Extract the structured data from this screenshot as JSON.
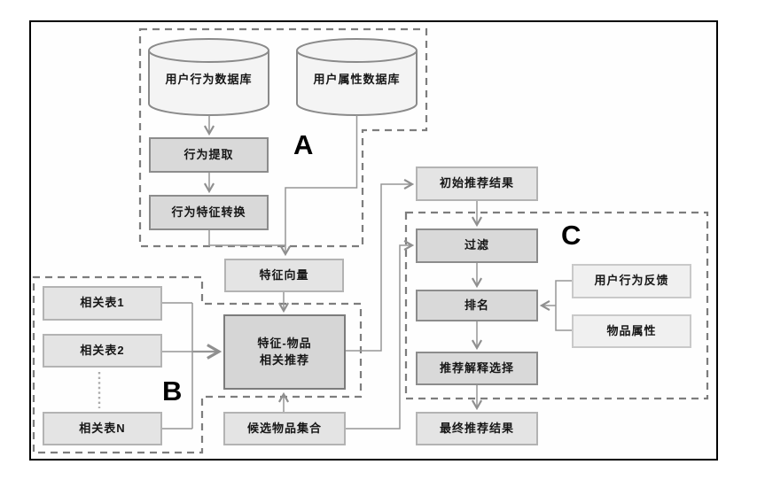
{
  "figure": {
    "type": "flowchart",
    "groups": [
      {
        "id": "A",
        "label": "A"
      },
      {
        "id": "B",
        "label": "B"
      },
      {
        "id": "C",
        "label": "C"
      }
    ],
    "nodes": {
      "user_behavior_db": "用户行为数据库",
      "user_attribute_db": "用户属性数据库",
      "behavior_extraction": "行为提取",
      "behavior_feature_conversion": "行为特征转换",
      "feature_vector": "特征向量",
      "related_table_1": "相关表1",
      "related_table_2": "相关表2",
      "related_table_ellipsis": "⋮",
      "related_table_n": "相关表N",
      "feature_item_recommendation_line1": "特征-物品",
      "feature_item_recommendation_line2": "相关推荐",
      "candidate_item_set": "候选物品集合",
      "initial_recommendation_result": "初始推荐结果",
      "filter": "过滤",
      "ranking": "排名",
      "recommendation_explanation_selection": "推荐解释选择",
      "final_recommendation_result": "最终推荐结果",
      "user_behavior_feedback": "用户行为反馈",
      "item_attribute": "物品属性"
    },
    "edges": [
      "用户行为数据库 → 行为提取",
      "行为提取 → 行为特征转换",
      "行为特征转换 → 特征向量",
      "用户属性数据库 → 特征向量",
      "特征向量 → 特征-物品相关推荐",
      "相关表1 → 特征-物品相关推荐",
      "相关表2 → 特征-物品相关推荐",
      "相关表N → 特征-物品相关推荐",
      "候选物品集合 → 特征-物品相关推荐",
      "特征-物品相关推荐 → 初始推荐结果",
      "初始推荐结果 → 过滤",
      "候选物品集合 → 过滤",
      "过滤 → 排名",
      "用户行为反馈 → 排名",
      "物品属性 → 排名",
      "排名 → 推荐解释选择",
      "推荐解释选择 → 最终推荐结果"
    ],
    "colors": {
      "background": "#ffffff",
      "frame": "#000000",
      "process_box_fill": "#d9d9d9",
      "central_box_fill": "#d6d6d6",
      "data_box_fill": "#e4e4e4",
      "side_box_fill": "#f0f0f0",
      "cylinder_fill": "#f4f4f4",
      "box_border": "#8c8c8c",
      "connector": "#969696",
      "dashed_outline": "#7d7d7d",
      "text": "#161616"
    }
  }
}
